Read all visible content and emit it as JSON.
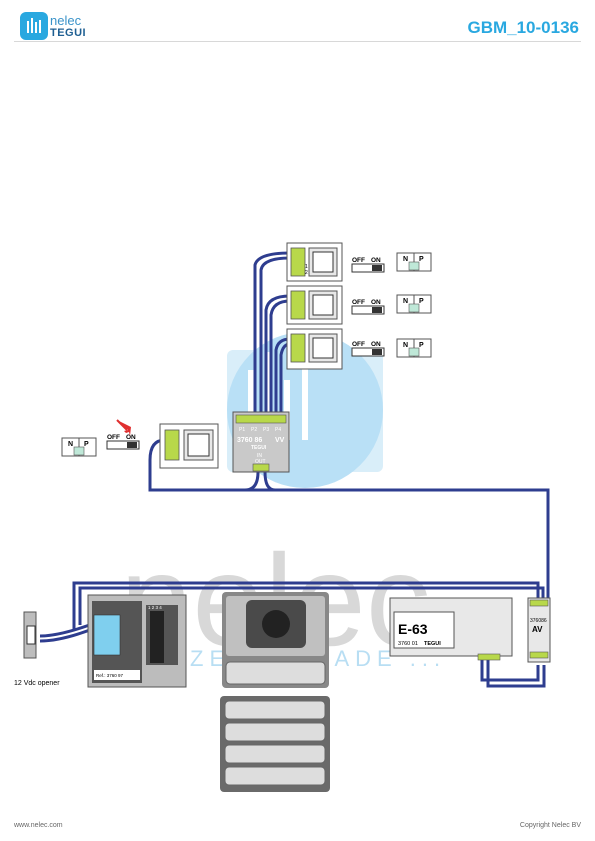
{
  "header": {
    "logo_word": "nelec",
    "logo_brand": "TEGUI",
    "doc_code": "GBM_10-0136"
  },
  "watermark": {
    "word": "nelec",
    "tagline": "ZERO ... ADE ..."
  },
  "switch": {
    "off": "OFF",
    "on": "ON"
  },
  "np_block": {
    "n": "N",
    "p": "P"
  },
  "distributor": {
    "model": "3760 86",
    "suffix": "VV",
    "brand": "TEGUI",
    "ports": [
      "P1",
      "P2",
      "P3",
      "P4"
    ],
    "in": "IN",
    "out": "OUT"
  },
  "monitor_terminals": [
    "1",
    "2"
  ],
  "power_supply": {
    "model": "E-63",
    "code": "3760 01",
    "brand": "TEGUI"
  },
  "av_module": {
    "code": "376086",
    "label": "AV"
  },
  "door_module": {
    "ref": "Ref.: 3760 97",
    "digits": "1 2 3 4"
  },
  "opener_label": "12 Vdc opener",
  "footer": {
    "left": "www.nelec.com",
    "right": "Copyright Nelec BV"
  },
  "colors": {
    "wire": "#2e3d8f",
    "accent": "#29a8e0",
    "terminal_green": "#b8d84a",
    "watermark": "#d8d8d8",
    "alert": "#e03030"
  }
}
